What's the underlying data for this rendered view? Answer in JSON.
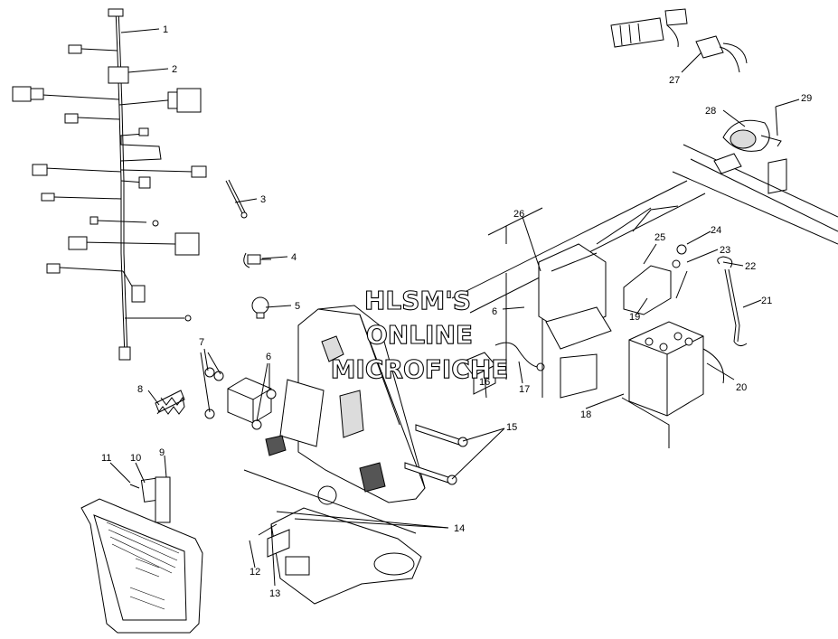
{
  "watermark": [
    "HLSM'S",
    "ONLINE",
    "MICROFICHE"
  ],
  "callouts": [
    "1",
    "2",
    "3",
    "4",
    "5",
    "6",
    "7",
    "8",
    "9",
    "10",
    "11",
    "12",
    "13",
    "14",
    "15",
    "16",
    "17",
    "18",
    "19",
    "20",
    "21",
    "22",
    "23",
    "24",
    "25",
    "26",
    "27",
    "28",
    "29",
    "6"
  ]
}
